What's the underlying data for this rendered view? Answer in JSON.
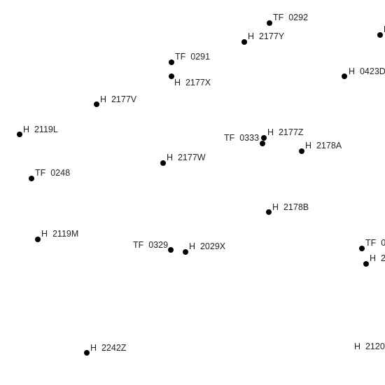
{
  "map": {
    "points": [
      {
        "id": "tf0292",
        "label": "TF  0292"
      },
      {
        "id": "h2177y",
        "label": "H  2177Y"
      },
      {
        "id": "edge-top-right",
        "label": "H"
      },
      {
        "id": "tf0291",
        "label": "TF  0291"
      },
      {
        "id": "h2177x",
        "label": "H  2177X"
      },
      {
        "id": "h0423d",
        "label": "H  0423D"
      },
      {
        "id": "h2177v",
        "label": "H  2177V"
      },
      {
        "id": "h2119l",
        "label": "H  2119L"
      },
      {
        "id": "tf0333",
        "label": "TF  0333"
      },
      {
        "id": "h2177z",
        "label": "H  2177Z"
      },
      {
        "id": "h2178a",
        "label": "H  2178A"
      },
      {
        "id": "h2177w",
        "label": "H  2177W"
      },
      {
        "id": "tf0248",
        "label": "TF  0248"
      },
      {
        "id": "h2178b",
        "label": "H  2178B"
      },
      {
        "id": "h2119m",
        "label": "H  2119M"
      },
      {
        "id": "tf0329",
        "label": "TF  0329"
      },
      {
        "id": "h2029x",
        "label": "H  2029X"
      },
      {
        "id": "edge-right-tf",
        "label": "TF  0"
      },
      {
        "id": "edge-right-h",
        "label": "H  2"
      },
      {
        "id": "h2242z",
        "label": "H  2242Z"
      },
      {
        "id": "h2120",
        "label": "H  2120"
      }
    ]
  }
}
